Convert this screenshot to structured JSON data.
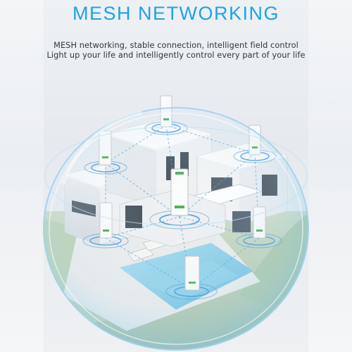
{
  "header": {
    "title": "MESH NETWORKING",
    "subtitle_1": "MESH networking, stable connection, intelligent field control",
    "subtitle_2": "Light up your life and intelligently control every part of your life"
  },
  "colors": {
    "title": "#1ea2e6",
    "sphere": "#9fd3ef",
    "ripple": "#2b88d8",
    "building": "#f4f5f6",
    "pool": "#7ec9e6"
  },
  "icons": {
    "device": "smart-switch-module-icon",
    "signal": "ripple-signal-icon"
  }
}
